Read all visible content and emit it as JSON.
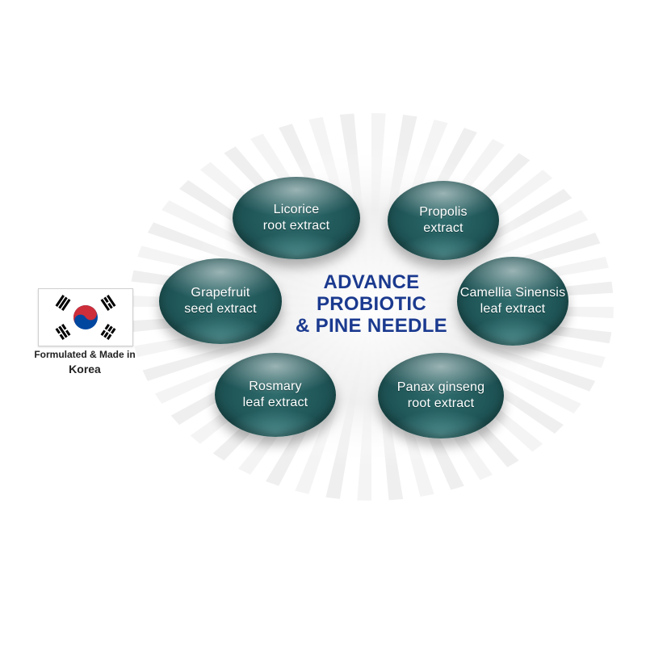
{
  "center_title": {
    "line1": "ADVANCE",
    "line2": "PROBIOTIC",
    "line3": "& PINE NEEDLE"
  },
  "capsules": [
    {
      "line1": "Licorice",
      "line2": "root extract"
    },
    {
      "line1": "Propolis",
      "line2": "extract"
    },
    {
      "line1": "Grapefruit",
      "line2": "seed extract"
    },
    {
      "line1": "Camellia Sinensis",
      "line2": "leaf extract"
    },
    {
      "line1": "Rosmary",
      "line2": "leaf extract"
    },
    {
      "line1": "Panax ginseng",
      "line2": "root extract"
    }
  ],
  "origin": {
    "line1": "Formulated & Made in",
    "line2": "Korea",
    "flag_icon": "south-korea-flag-icon"
  },
  "colors": {
    "capsule": "#1f5557",
    "title": "#1b3a8f"
  }
}
